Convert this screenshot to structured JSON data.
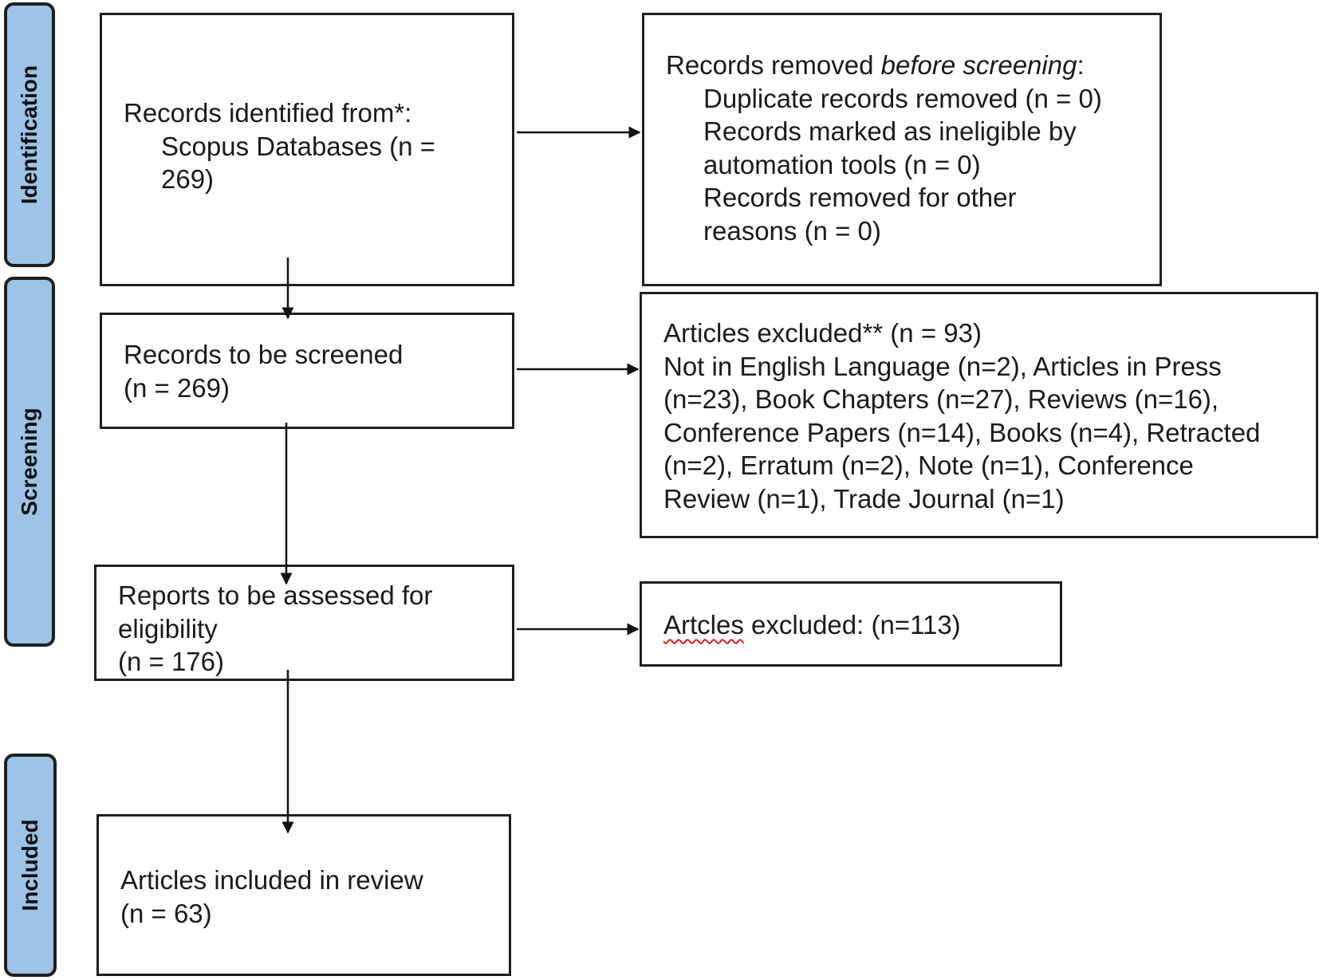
{
  "stages": {
    "identification": "Identification",
    "screening": "Screening",
    "included": "Included"
  },
  "identified": {
    "line1": "Records identified from*:",
    "line2": "Scopus Databases (n =",
    "line3": "269)"
  },
  "removed_before": {
    "prefix": "Records removed ",
    "emphasis": "before screening",
    "suffix": ":",
    "items": [
      "Duplicate records removed (n = 0)",
      "Records marked as ineligible by",
      "automation tools (n = 0)",
      "Records removed for other",
      "reasons (n = 0)"
    ]
  },
  "screened": {
    "line1": "Records to be screened",
    "line2": "(n = 269)"
  },
  "excluded_screening": {
    "lines": [
      "Articles excluded** (n = 93)",
      "Not in English Language (n=2), Articles in Press",
      "(n=23), Book Chapters (n=27), Reviews (n=16),",
      "Conference Papers (n=14), Books (n=4), Retracted",
      "(n=2), Erratum (n=2), Note (n=1), Conference",
      "Review (n=1), Trade Journal (n=1)"
    ]
  },
  "assessed": {
    "line1": "Reports to be assessed for",
    "line2": "eligibility",
    "line3": "(n = 176)"
  },
  "excluded_eligibility": {
    "word": "Artcles",
    "rest": " excluded: (n=113)"
  },
  "included": {
    "line1": "Articles included in review",
    "line2": "(n = 63)"
  }
}
